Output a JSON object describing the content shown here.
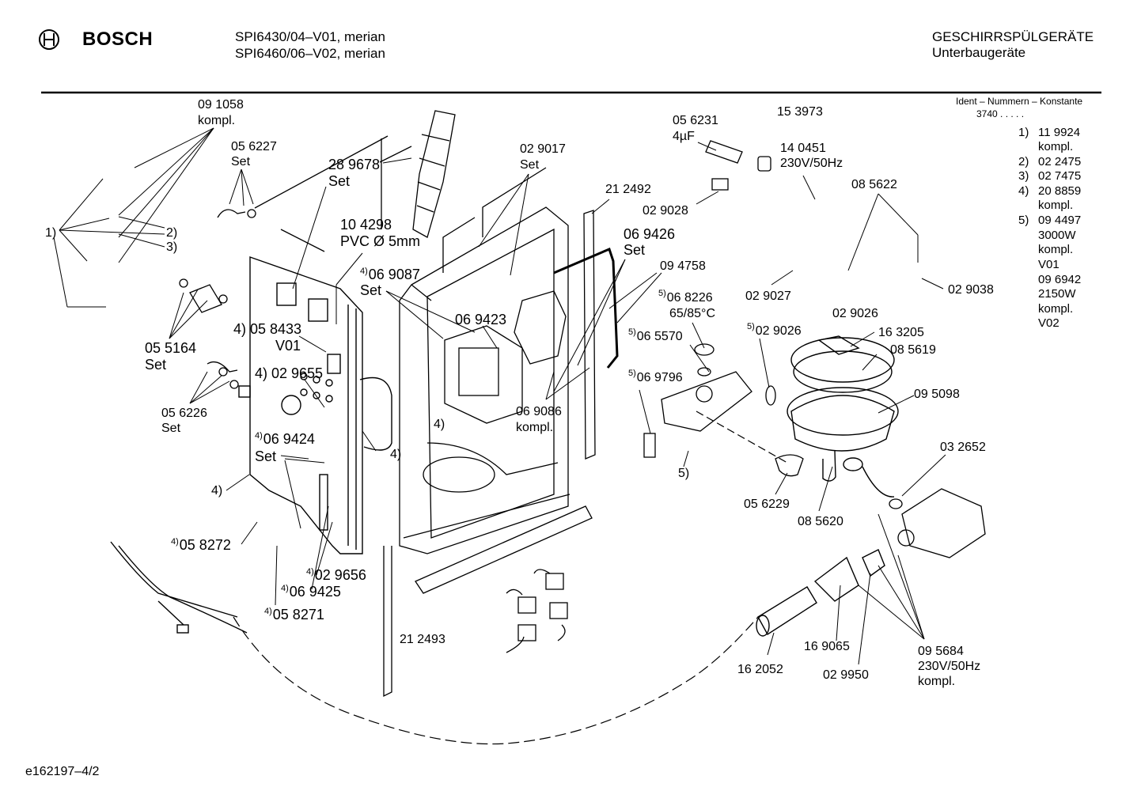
{
  "header": {
    "brand": "BOSCH",
    "model_line1": "SPI6430/04–V01, merian",
    "model_line2": "SPI6460/06–V02, merian",
    "category_line1": "GESCHIRRSPÜLGERÄTE",
    "category_line2": "Unterbaugeräte"
  },
  "ident": {
    "title": "Ident – Nummern – Konstante",
    "code": "3740 . . . . ."
  },
  "legend": [
    {
      "num": "1)",
      "lines": [
        "11 9924",
        "kompl."
      ]
    },
    {
      "num": "2)",
      "lines": [
        "02 2475"
      ]
    },
    {
      "num": "3)",
      "lines": [
        "02 7475"
      ]
    },
    {
      "num": "4)",
      "lines": [
        "20 8859",
        "kompl."
      ]
    },
    {
      "num": "5)",
      "lines": [
        "09 4497",
        "3000W",
        "kompl.",
        "V01",
        "09 6942",
        "2150W",
        "kompl.",
        "V02"
      ]
    }
  ],
  "labels": {
    "l091058": "09 1058",
    "kompl_a": "kompl.",
    "l056227": "05 6227",
    "set_a": "Set",
    "l289678": "28 9678",
    "set_b": "Set",
    "l104298": "10 4298",
    "pvc": "PVC Ø 5mm",
    "l029017": "02 9017",
    "set_c": "Set",
    "l212492": "21 2492",
    "l056231": "05 6231",
    "uf4": "4µF",
    "l153973": "15 3973",
    "l140451": "14 0451",
    "v230": "230V/50Hz",
    "l029028": "02 9028",
    "l085622": "08 5622",
    "n1": "1)",
    "n2": "2)",
    "n3": "3)",
    "l069426": "06 9426",
    "set_d": "Set",
    "l094758": "09 4758",
    "sup4a": "4)",
    "l069087": "06 9087",
    "set_e": "Set",
    "l069423": "06 9423",
    "l055164": "05 5164",
    "set_f": "Set",
    "l058433": "4) 05 8433",
    "v01": "V01",
    "sup5a": "5)",
    "l068226": "06 8226",
    "temp": "65/85°C",
    "l029027": "02 9027",
    "l029026a": "02 9026",
    "l029038": "02 9038",
    "sup5b": "5)",
    "l029026b": "02 9026",
    "l163205": "16 3205",
    "sup5c": "5)",
    "l065570": "06 5570",
    "l085619": "08 5619",
    "l029655": "4) 02 9655",
    "sup5d": "5)",
    "l069796": "06 9796",
    "l095098": "09 5098",
    "l056226": "05 6226",
    "set_g": "Set",
    "n4a": "4)",
    "l069086": "06 9086",
    "kompl_b": "kompl.",
    "sup4b": "4)",
    "l069424": "06 9424",
    "set_h": "Set",
    "n4b": "4)",
    "l032652": "03 2652",
    "n4c": "4)",
    "n5": "5)",
    "l056229": "05 6229",
    "l085620": "08 5620",
    "sup4c": "4)",
    "l058272": "05 8272",
    "sup4d": "4)",
    "l029656": "02 9656",
    "sup4e": "4)",
    "l069425": "06 9425",
    "sup4f": "4)",
    "l058271": "05 8271",
    "l212493": "21 2493",
    "l169065": "16 9065",
    "l162052": "16 2052",
    "l029950": "02 9950",
    "l095684": "09 5684",
    "v230b": "230V/50Hz",
    "kompl_c": "kompl."
  },
  "footer": {
    "doc_id": "e162197–4/2"
  }
}
